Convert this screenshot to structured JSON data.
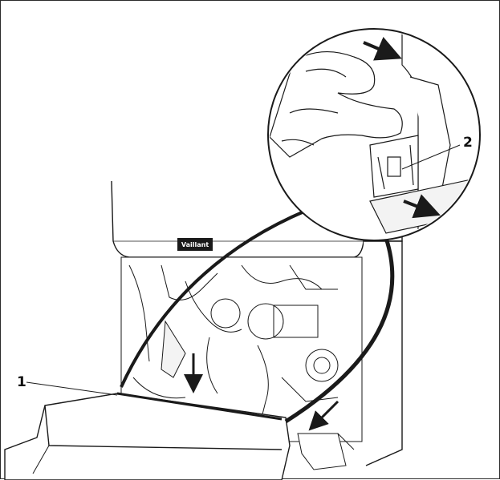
{
  "diagram": {
    "brand_text": "Vaillant",
    "callouts": [
      {
        "id": "1",
        "label": "1"
      },
      {
        "id": "2",
        "label": "2"
      }
    ]
  },
  "colors": {
    "line": "#1a1a1a",
    "fill": "#ffffff",
    "shade": "#f3f3f3"
  }
}
